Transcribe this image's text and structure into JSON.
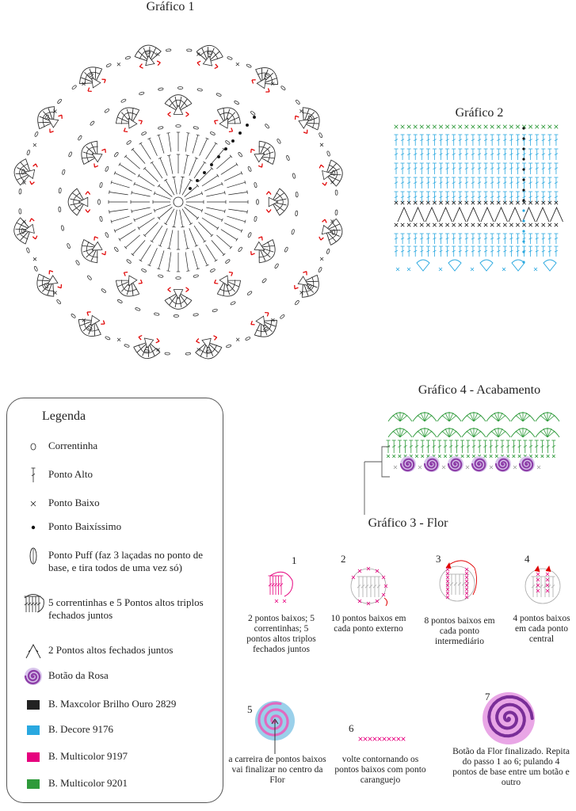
{
  "charts": {
    "g1": "Gráfico 1",
    "g2": "Gráfico 2",
    "g3": "Gráfico 3 - Flor",
    "g4": "Gráfico 4 - Acabamento"
  },
  "legend": {
    "title": "Legenda",
    "items": [
      {
        "icon": "oval-chain-icon",
        "text": "Correntinha"
      },
      {
        "icon": "double-crochet-icon",
        "text": "Ponto Alto"
      },
      {
        "icon": "x-stitch-icon",
        "text": "Ponto Baixo"
      },
      {
        "icon": "dot-stitch-icon",
        "text": "Ponto Baixíssimo"
      },
      {
        "icon": "puff-stitch-icon",
        "text": "Ponto Puff (faz 3 laçadas no ponto de base, e tira todos de uma vez só)"
      },
      {
        "icon": "cluster-five-icon",
        "text": "5 correntinhas e 5 Pontos altos triplos fechados juntos"
      },
      {
        "icon": "decrease-two-icon",
        "text": "2 Pontos altos fechados juntos"
      },
      {
        "icon": "rose-button-icon",
        "text": "Botão da Rosa"
      },
      {
        "icon": "swatch-black",
        "text": "B. Maxcolor Brilho Ouro 2829",
        "color": "#222222"
      },
      {
        "icon": "swatch-blue",
        "text": "B. Decore 9176",
        "color": "#29a8e0"
      },
      {
        "icon": "swatch-pink",
        "text": "B. Multicolor 9197",
        "color": "#e6007e"
      },
      {
        "icon": "swatch-green",
        "text": "B. Multicolor 9201",
        "color": "#2e9a3a"
      }
    ]
  },
  "steps": [
    {
      "n": "1",
      "text": "2 pontos baixos; 5 correntinhas; 5 pontos altos triplos fechados juntos"
    },
    {
      "n": "2",
      "text": "10 pontos baixos em cada ponto externo"
    },
    {
      "n": "3",
      "text": "8 pontos baixos em cada ponto intermediário"
    },
    {
      "n": "4",
      "text": "4 pontos baixos em cada ponto central"
    },
    {
      "n": "5",
      "text": "a carreira de pontos baixos vai finalizar no centro da Flor"
    },
    {
      "n": "6",
      "text": "volte contornando os pontos baixos com ponto caranguejo"
    },
    {
      "n": "7",
      "text": "Botão da Flor finalizado. Repita do passo 1 ao 6; pulando 4 pontos de base entre um botão e outro"
    }
  ],
  "colors": {
    "black": "#222222",
    "blue": "#29a8e0",
    "pink": "#e6007e",
    "green": "#2e9a3a",
    "red": "#e00000",
    "purple": "#8e3fa8"
  }
}
